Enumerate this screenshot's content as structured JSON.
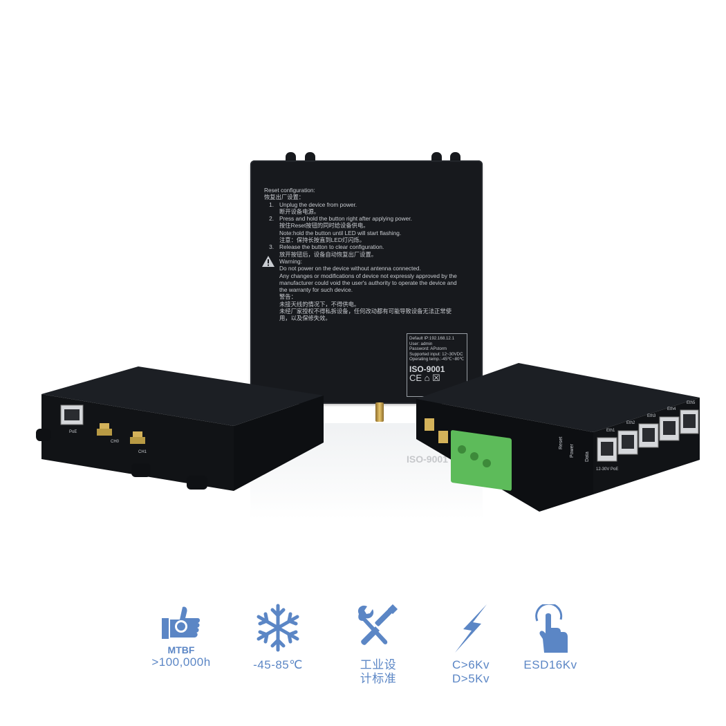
{
  "device_label": {
    "title_en": "Reset configuration:",
    "title_cn": "恢复出厂设置：",
    "steps": [
      {
        "n": "1.",
        "en": "Unplug the device from power.",
        "cn": "断开设备电源。"
      },
      {
        "n": "2.",
        "en": "Press and hold the button right after applying power.",
        "cn": "按住Reset按钮的同时给设备供电。",
        "note_en": "Note:hold the button until LED will start flashing.",
        "note_cn": "注意：保持长按直到LED灯闪烁。"
      },
      {
        "n": "3.",
        "en": "Release the button to clear configuration.",
        "cn": "放开按钮后，设备自动恢复出厂设置。"
      }
    ],
    "warning_title": "Warning:",
    "warning_lines": [
      "Do not power on the device without antenna connected.",
      "Any changes or modifications of device not expressly approved by the",
      "manufacturer could void the user's authority to operate the device and",
      "the warranty for such device."
    ],
    "warning_cn_title": "警告：",
    "warning_cn_lines": [
      "未接天线的情况下，不得供电。",
      "未经厂家授权不得私拆设备，任何改动都有可能导致设备无法正常使",
      "用，以及保修失效。"
    ]
  },
  "info_box": {
    "lines": [
      "Default IP:192.168.12.1",
      "User: admin",
      "Password: APstorm",
      "Supported input: 12~30VDC",
      "Operating temp.:-45℃~80℃"
    ],
    "iso": "ISO-9001",
    "marks": "CE ⌂ ☒"
  },
  "reflection_text": "ISO-9001",
  "left_device": {
    "port_label": "PoE",
    "antenna_labels": [
      "CH0",
      "CH1"
    ]
  },
  "right_device": {
    "ports": [
      "Eth1",
      "Eth2",
      "Eth3",
      "Eth4",
      "Eth5"
    ],
    "leds": [
      "Reset",
      "Power",
      "Data"
    ],
    "power_label": "12-30V PoE"
  },
  "features": [
    {
      "icon": "thumbs-up-medal-icon",
      "title": "MTBF",
      "caption": ">100,000h"
    },
    {
      "icon": "snowflake-icon",
      "caption": "-45-85℃"
    },
    {
      "icon": "wrench-screwdriver-icon",
      "caption_line1": "工业设",
      "caption_line2": "计标准"
    },
    {
      "icon": "lightning-icon",
      "caption_line1": "C>6Kv",
      "caption_line2": "D>5Kv"
    },
    {
      "icon": "touch-finger-icon",
      "caption": "ESD16Kv"
    }
  ],
  "colors": {
    "device": "#17191d",
    "accent": "#5b86c5",
    "terminal": "#5dbb5a",
    "gold": "#d4b25a"
  }
}
